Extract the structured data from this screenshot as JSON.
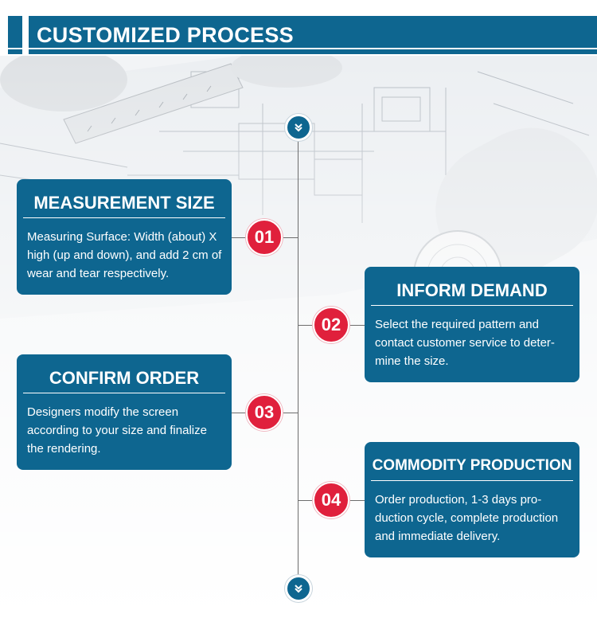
{
  "header": {
    "title": "CUSTOMIZED PROCESS"
  },
  "colors": {
    "primary": "#0e6690",
    "accent": "#e0203c",
    "line": "#6d6d6d",
    "background": "#ffffff"
  },
  "icons": {
    "top_arrow": "double-chevron-down-icon",
    "bottom_arrow": "double-chevron-down-icon"
  },
  "steps": [
    {
      "number": "01",
      "title": "MEASUREMENT SIZE",
      "body": "Measuring Surface: Width (about) X high (up and down), and add 2 cm of wear and tear respectively."
    },
    {
      "number": "02",
      "title": "INFORM DEMAND",
      "body": "Select the required pattern and contact customer service to deter-mine the size."
    },
    {
      "number": "03",
      "title": "CONFIRM ORDER",
      "body": "Designers modify the screen according to your size and finalize the rendering."
    },
    {
      "number": "04",
      "title": "COMMODITY PRODUCTION",
      "body": "Order production, 1-3 days pro-duction cycle, complete production and immediate delivery."
    }
  ]
}
